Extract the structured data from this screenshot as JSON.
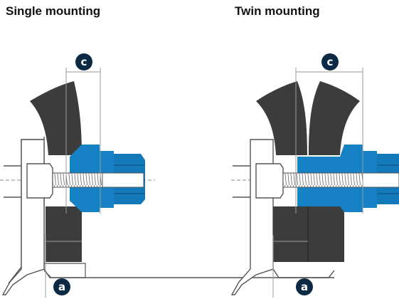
{
  "titles": {
    "single": "Single mounting",
    "twin": "Twin mounting"
  },
  "labels": {
    "c": "c",
    "a": "a"
  },
  "colors": {
    "rim": "#3c3c3c",
    "nut": "#1681c4",
    "nut_shade": "#0f6aa3",
    "badge": "#0d2a44",
    "outline": "#555555",
    "dim_line": "#9a9a9a"
  }
}
